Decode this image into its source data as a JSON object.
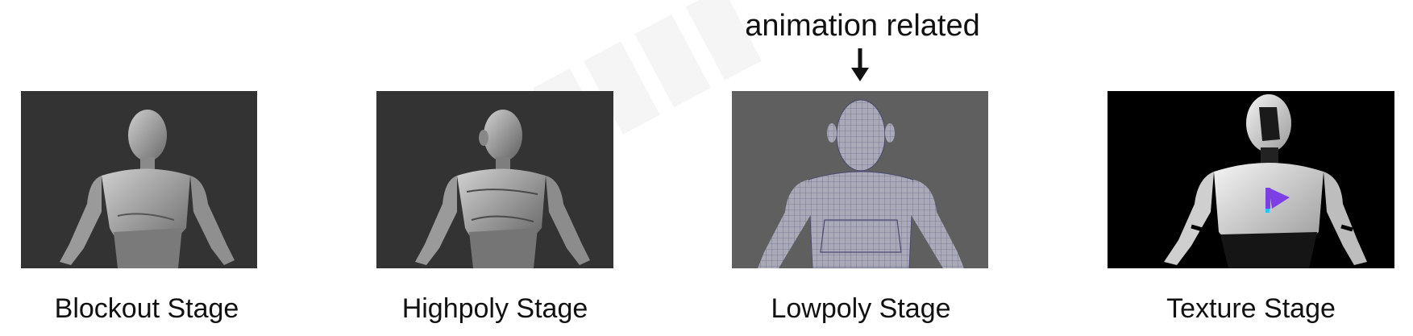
{
  "annotation": {
    "text": "animation related"
  },
  "stages": [
    {
      "label": "Blockout Stage"
    },
    {
      "label": "Highpoly Stage"
    },
    {
      "label": "Lowpoly Stage"
    },
    {
      "label": "Texture Stage"
    }
  ],
  "colors": {
    "blockout_bg": "#333333",
    "highpoly_bg": "#333333",
    "lowpoly_bg": "#5f5f5f",
    "texture_bg": "#000000",
    "logo_accent": "#7b3fe4"
  }
}
